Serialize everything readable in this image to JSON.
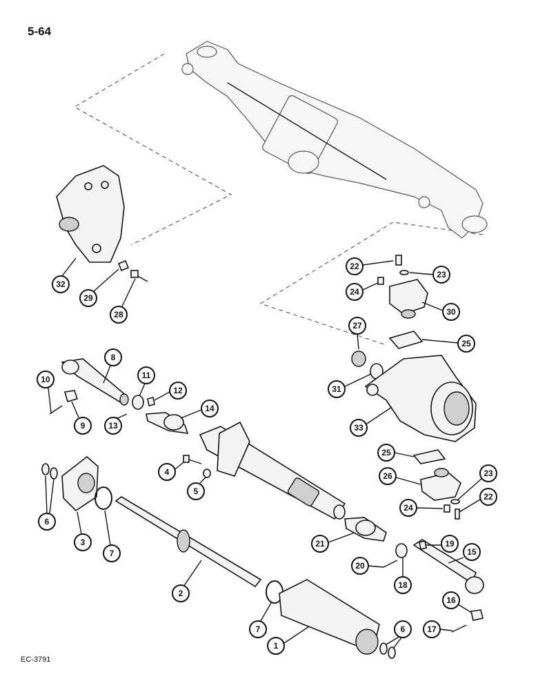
{
  "page_number": "5-64",
  "figure_code": "EC-3791",
  "callouts": [
    {
      "id": "32",
      "label": "32"
    },
    {
      "id": "29",
      "label": "29"
    },
    {
      "id": "28",
      "label": "28"
    },
    {
      "id": "22a",
      "label": "22"
    },
    {
      "id": "23a",
      "label": "23"
    },
    {
      "id": "24a",
      "label": "24"
    },
    {
      "id": "30",
      "label": "30"
    },
    {
      "id": "27",
      "label": "27"
    },
    {
      "id": "25a",
      "label": "25"
    },
    {
      "id": "31",
      "label": "31"
    },
    {
      "id": "33",
      "label": "33"
    },
    {
      "id": "8",
      "label": "8"
    },
    {
      "id": "10",
      "label": "10"
    },
    {
      "id": "9",
      "label": "9"
    },
    {
      "id": "11",
      "label": "11"
    },
    {
      "id": "12",
      "label": "12"
    },
    {
      "id": "13",
      "label": "13"
    },
    {
      "id": "14",
      "label": "14"
    },
    {
      "id": "4",
      "label": "4"
    },
    {
      "id": "5",
      "label": "5"
    },
    {
      "id": "6a",
      "label": "6"
    },
    {
      "id": "3",
      "label": "3"
    },
    {
      "id": "7a",
      "label": "7"
    },
    {
      "id": "2",
      "label": "2"
    },
    {
      "id": "25b",
      "label": "25"
    },
    {
      "id": "26",
      "label": "26"
    },
    {
      "id": "23b",
      "label": "23"
    },
    {
      "id": "24b",
      "label": "24"
    },
    {
      "id": "22b",
      "label": "22"
    },
    {
      "id": "21",
      "label": "21"
    },
    {
      "id": "19",
      "label": "19"
    },
    {
      "id": "15",
      "label": "15"
    },
    {
      "id": "20",
      "label": "20"
    },
    {
      "id": "18",
      "label": "18"
    },
    {
      "id": "16",
      "label": "16"
    },
    {
      "id": "7b",
      "label": "7"
    },
    {
      "id": "6b",
      "label": "6"
    },
    {
      "id": "17",
      "label": "17"
    },
    {
      "id": "1",
      "label": "1"
    }
  ]
}
